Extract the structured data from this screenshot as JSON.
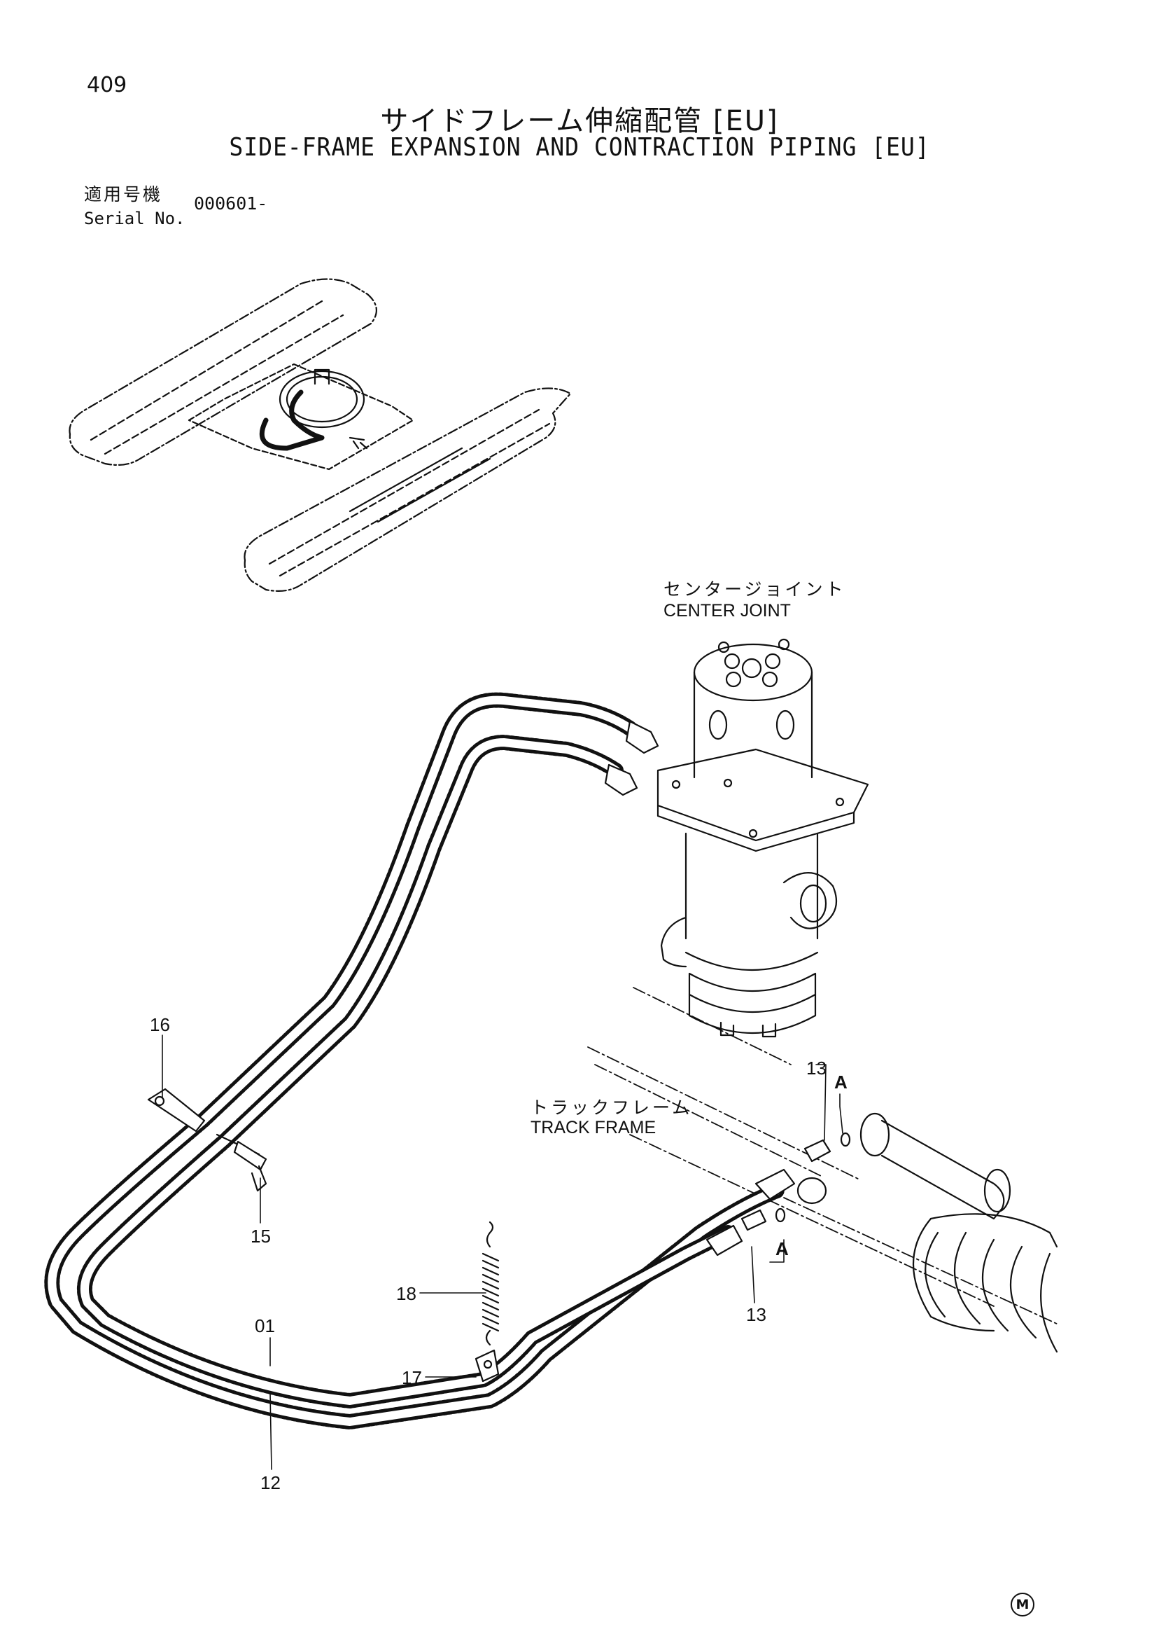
{
  "page_number": "409",
  "title": {
    "japanese": "サイドフレーム伸縮配管 [EU]",
    "english": "SIDE-FRAME EXPANSION AND CONTRACTION PIPING [EU]"
  },
  "serial": {
    "label_jp": "適用号機",
    "label_en": "Serial No.",
    "value": "000601-"
  },
  "callouts": {
    "center_joint_jp": "センタージョイント",
    "center_joint_en": "CENTER JOINT",
    "track_frame_jp": "トラックフレーム",
    "track_frame_en": "TRACK FRAME"
  },
  "part_numbers": {
    "p16": "16",
    "p15": "15",
    "p13_top": "13",
    "p13_bottom": "13",
    "a_top": "A",
    "a_bottom": "A",
    "p18": "18",
    "p17": "17",
    "p01": "01",
    "p12": "12"
  },
  "footer_mark": "M"
}
